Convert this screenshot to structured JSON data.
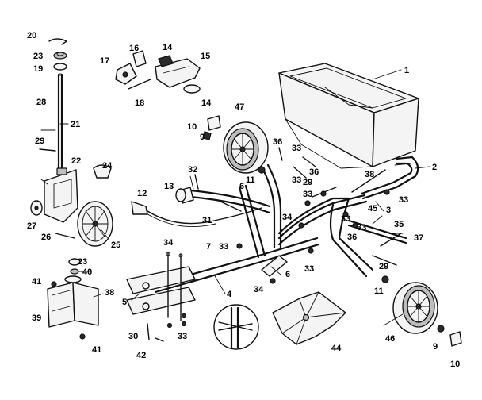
{
  "callouts": [
    {
      "id": "1",
      "label": "1"
    },
    {
      "id": "2",
      "label": "2"
    },
    {
      "id": "3",
      "label": "3"
    },
    {
      "id": "4",
      "label": "4"
    },
    {
      "id": "5",
      "label": "5"
    },
    {
      "id": "6a",
      "label": "6"
    },
    {
      "id": "6b",
      "label": "6"
    },
    {
      "id": "7",
      "label": "7"
    },
    {
      "id": "9a",
      "label": "9"
    },
    {
      "id": "9b",
      "label": "9"
    },
    {
      "id": "10a",
      "label": "10"
    },
    {
      "id": "10b",
      "label": "10"
    },
    {
      "id": "11a",
      "label": "11"
    },
    {
      "id": "11b",
      "label": "11"
    },
    {
      "id": "12",
      "label": "12"
    },
    {
      "id": "13",
      "label": "13"
    },
    {
      "id": "14a",
      "label": "14"
    },
    {
      "id": "14b",
      "label": "14"
    },
    {
      "id": "15",
      "label": "15"
    },
    {
      "id": "16",
      "label": "16"
    },
    {
      "id": "17",
      "label": "17"
    },
    {
      "id": "18",
      "label": "18"
    },
    {
      "id": "19",
      "label": "19"
    },
    {
      "id": "20",
      "label": "20"
    },
    {
      "id": "21",
      "label": "21"
    },
    {
      "id": "22",
      "label": "22"
    },
    {
      "id": "23a",
      "label": "23"
    },
    {
      "id": "23b",
      "label": "23"
    },
    {
      "id": "24",
      "label": "24"
    },
    {
      "id": "25",
      "label": "25"
    },
    {
      "id": "26",
      "label": "26"
    },
    {
      "id": "27",
      "label": "27"
    },
    {
      "id": "28",
      "label": "28"
    },
    {
      "id": "29a",
      "label": "29"
    },
    {
      "id": "29b",
      "label": "29"
    },
    {
      "id": "29c",
      "label": "29"
    },
    {
      "id": "30",
      "label": "30"
    },
    {
      "id": "31",
      "label": "31"
    },
    {
      "id": "32",
      "label": "32"
    },
    {
      "id": "33a",
      "label": "33"
    },
    {
      "id": "33b",
      "label": "33"
    },
    {
      "id": "33c",
      "label": "33"
    },
    {
      "id": "33d",
      "label": "33"
    },
    {
      "id": "33e",
      "label": "33"
    },
    {
      "id": "33f",
      "label": "33"
    },
    {
      "id": "33g",
      "label": "33"
    },
    {
      "id": "33h",
      "label": "33"
    },
    {
      "id": "33i",
      "label": "33"
    },
    {
      "id": "34a",
      "label": "34"
    },
    {
      "id": "34b",
      "label": "34"
    },
    {
      "id": "34c",
      "label": "34"
    },
    {
      "id": "35",
      "label": "35"
    },
    {
      "id": "36a",
      "label": "36"
    },
    {
      "id": "36b",
      "label": "36"
    },
    {
      "id": "36c",
      "label": "36"
    },
    {
      "id": "37",
      "label": "37"
    },
    {
      "id": "38a",
      "label": "38"
    },
    {
      "id": "38b",
      "label": "38"
    },
    {
      "id": "39",
      "label": "39"
    },
    {
      "id": "40",
      "label": "40"
    },
    {
      "id": "41a",
      "label": "41"
    },
    {
      "id": "41b",
      "label": "41"
    },
    {
      "id": "42",
      "label": "42"
    },
    {
      "id": "44",
      "label": "44"
    },
    {
      "id": "45",
      "label": "45"
    },
    {
      "id": "46",
      "label": "46"
    },
    {
      "id": "47",
      "label": "47"
    }
  ]
}
